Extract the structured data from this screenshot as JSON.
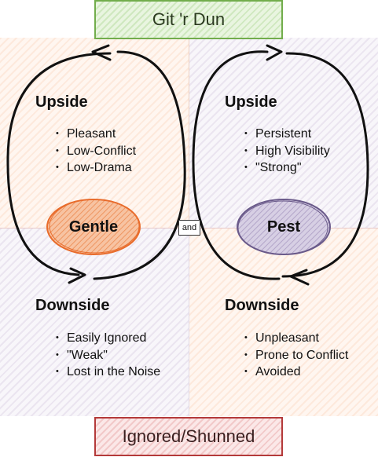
{
  "banners": {
    "top": "Git 'r Dun",
    "bottom": "Ignored/Shunned"
  },
  "gentle": {
    "upside": {
      "heading": "Upside",
      "items": [
        "Pleasant",
        "Low-Conflict",
        "Low-Drama"
      ]
    },
    "downside": {
      "heading": "Downside",
      "items": [
        "Easily Ignored",
        "\"Weak\"",
        "Lost in the Noise"
      ]
    },
    "label": "Gentle"
  },
  "pest": {
    "upside": {
      "heading": "Upside",
      "items": [
        "Persistent",
        "High Visibility",
        "\"Strong\""
      ]
    },
    "downside": {
      "heading": "Downside",
      "items": [
        "Unpleasant",
        "Prone to Conflict",
        "Avoided"
      ]
    },
    "label": "Pest"
  },
  "connector": "and",
  "colors": {
    "top_banner": "#72ad4c",
    "bottom_banner": "#b43a3a",
    "gentle_blob": "#e86c2c",
    "pest_blob": "#6a5a8a"
  }
}
